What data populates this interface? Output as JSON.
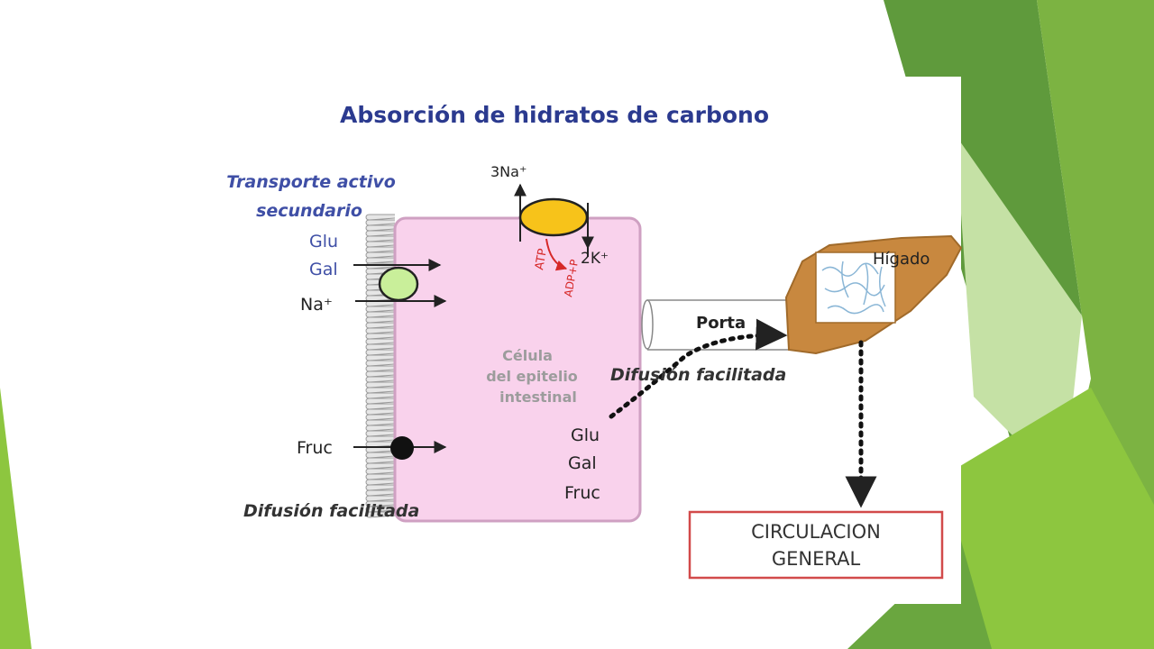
{
  "slide": {
    "colors": {
      "green_dark": "#5f9a3c",
      "green_mid": "#7cb342",
      "green_light": "#8dc63f",
      "green_pale": "#c5e1a5",
      "cell_pink": "#f9d2ec",
      "pump_yellow": "#f7c31a",
      "transporter_green": "#c9ef9a",
      "liver_brown": "#c8883f",
      "box_red": "#d24a4a",
      "title_blue": "#2b3a8f",
      "label_blue": "#3f4fa6",
      "arrow_red": "#d62828"
    }
  },
  "diagram": {
    "title": "Absorción de hidratos de carbono",
    "active_transport_label": [
      "Transporte activo",
      "secundario"
    ],
    "glu": "Glu",
    "gal": "Gal",
    "na": "Na⁺",
    "pump_na": "3Na⁺",
    "pump_k": "2K⁺",
    "atp": "ATP",
    "adp": "ADP+P",
    "cell_label": [
      "Célula",
      "del epitelio",
      "intestinal"
    ],
    "fruc": "Fruc",
    "facilitated_diffusion_bottom": "Difusión facilitada",
    "facilitated_diffusion_top": "Difusión facilitada",
    "exit_sugars": [
      "Glu",
      "Gal",
      "Fruc"
    ],
    "porta": "Porta",
    "liver": "Hígado",
    "circulation": [
      "CIRCULACION",
      "GENERAL"
    ]
  }
}
